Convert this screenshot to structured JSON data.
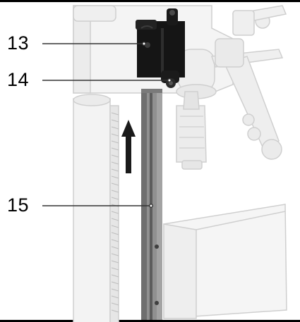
{
  "callouts": [
    {
      "number": "13"
    },
    {
      "number": "14"
    },
    {
      "number": "15"
    }
  ],
  "icons": {
    "arrow": "up-arrow-icon"
  },
  "colors": {
    "ghost_stroke": "#cfcfcf",
    "ghost_fill": "#f2f2f2",
    "bracket": "#141414",
    "rail_fill": "#8d8d8d",
    "rail_dark": "#555555",
    "leader": "#333333",
    "border": "#000000"
  }
}
